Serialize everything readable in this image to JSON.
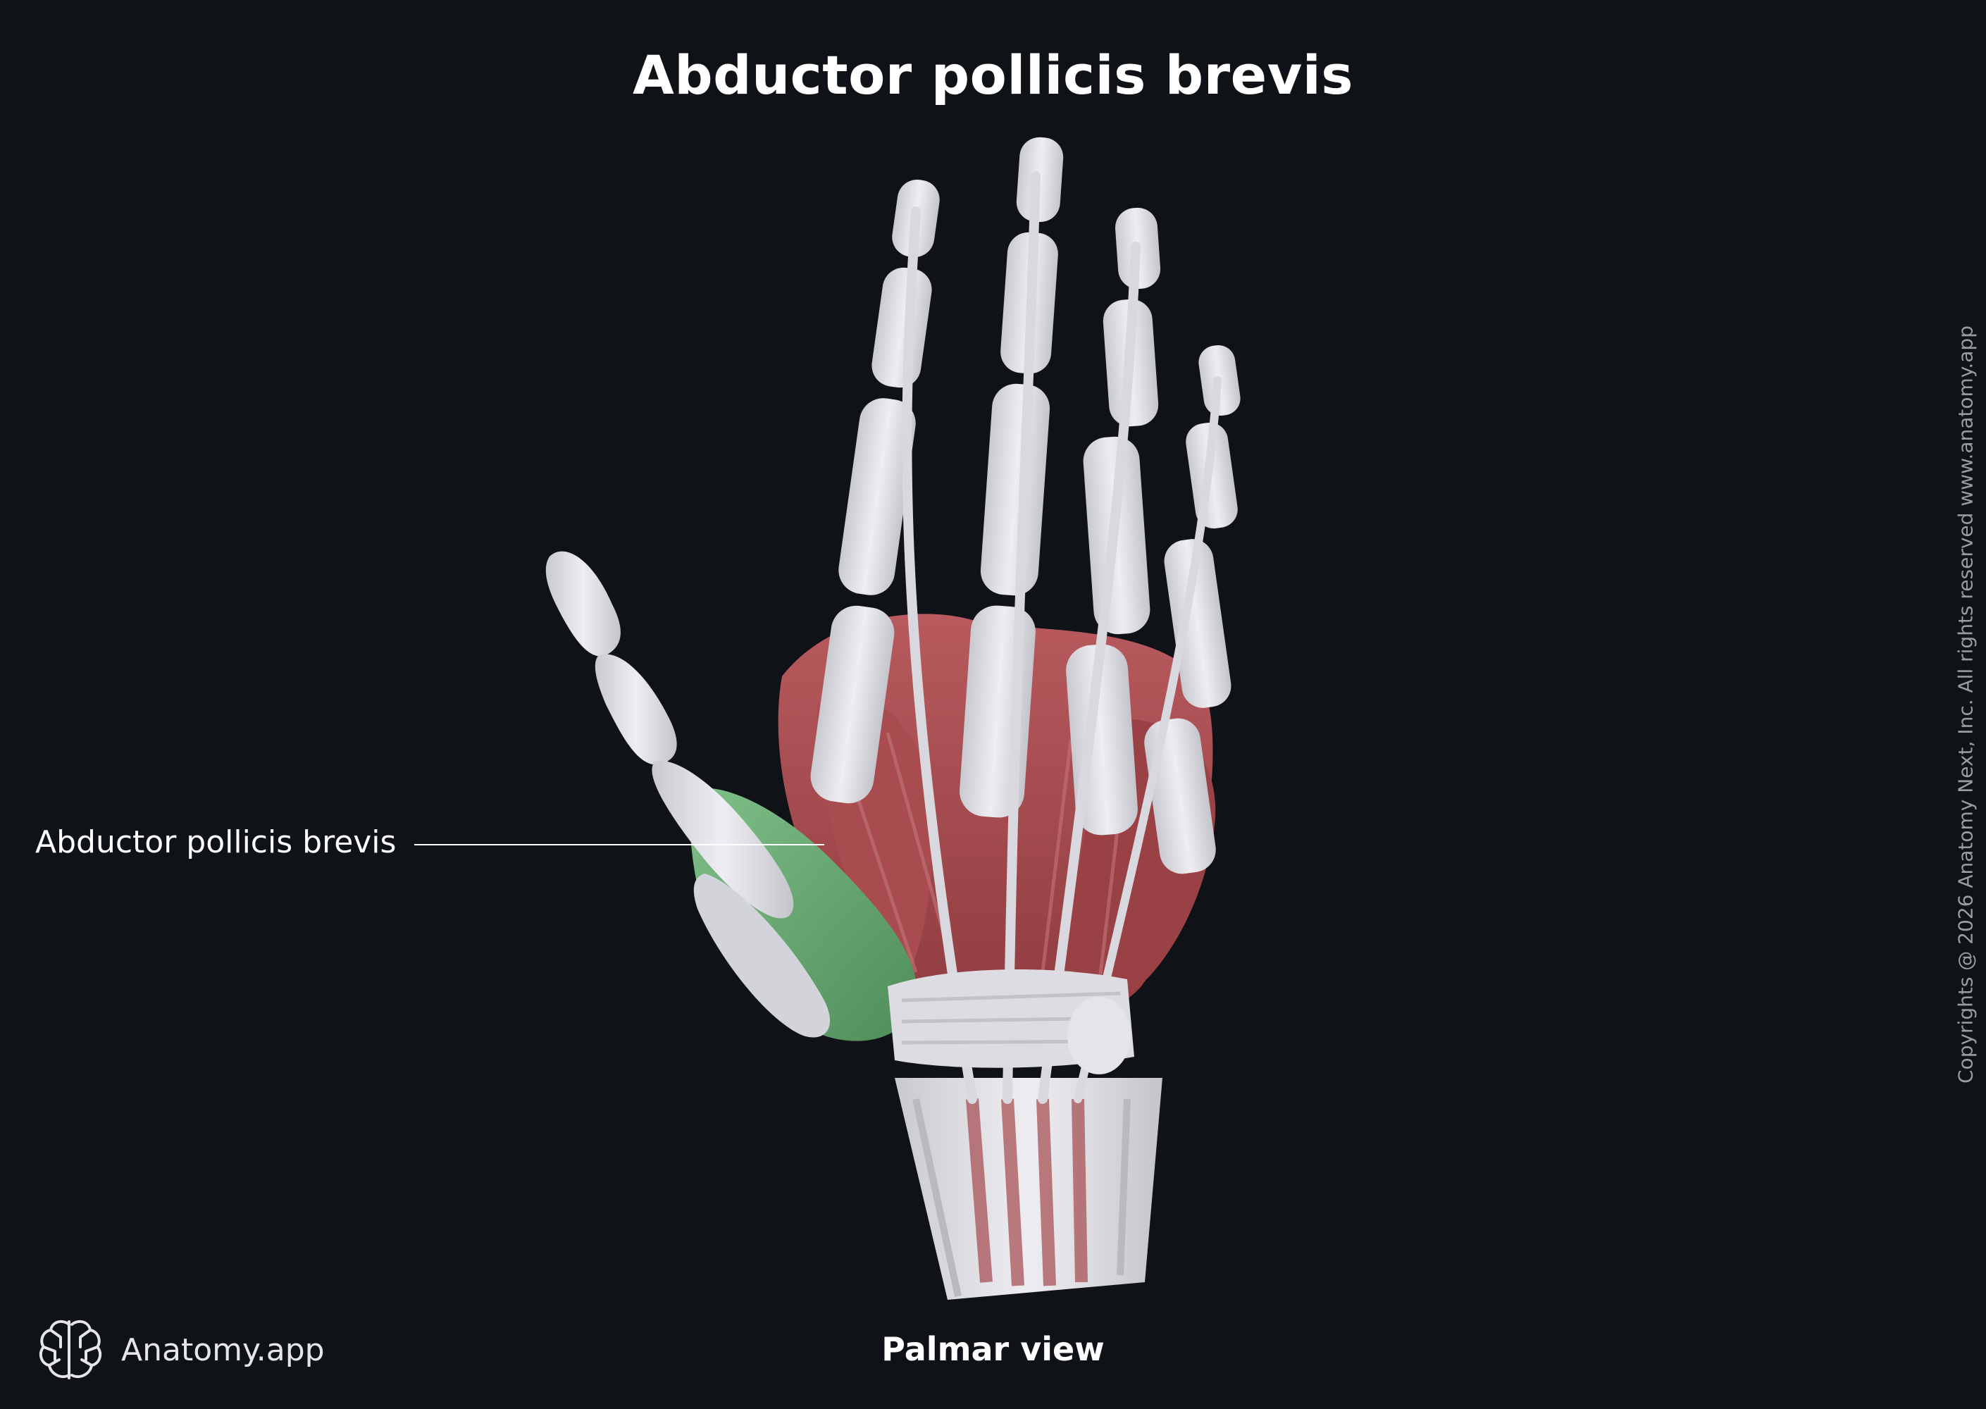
{
  "title": "Abductor pollicis brevis",
  "callouts": [
    {
      "text": "Abductor pollicis brevis"
    }
  ],
  "view_label": "Palmar view",
  "brand": {
    "name": "Anatomy.app",
    "logo_icon": "brain-icon"
  },
  "copyright": "Copyrights @ 2026 Anatomy Next, Inc. All rights reserved www.anatomy.app",
  "colors": {
    "background": "#0f1217",
    "bone": "#dcdce2",
    "muscle": "#a3474b",
    "highlight": "#6fae78",
    "text": "#ffffff",
    "copyright_text": "#9a9ca3"
  }
}
